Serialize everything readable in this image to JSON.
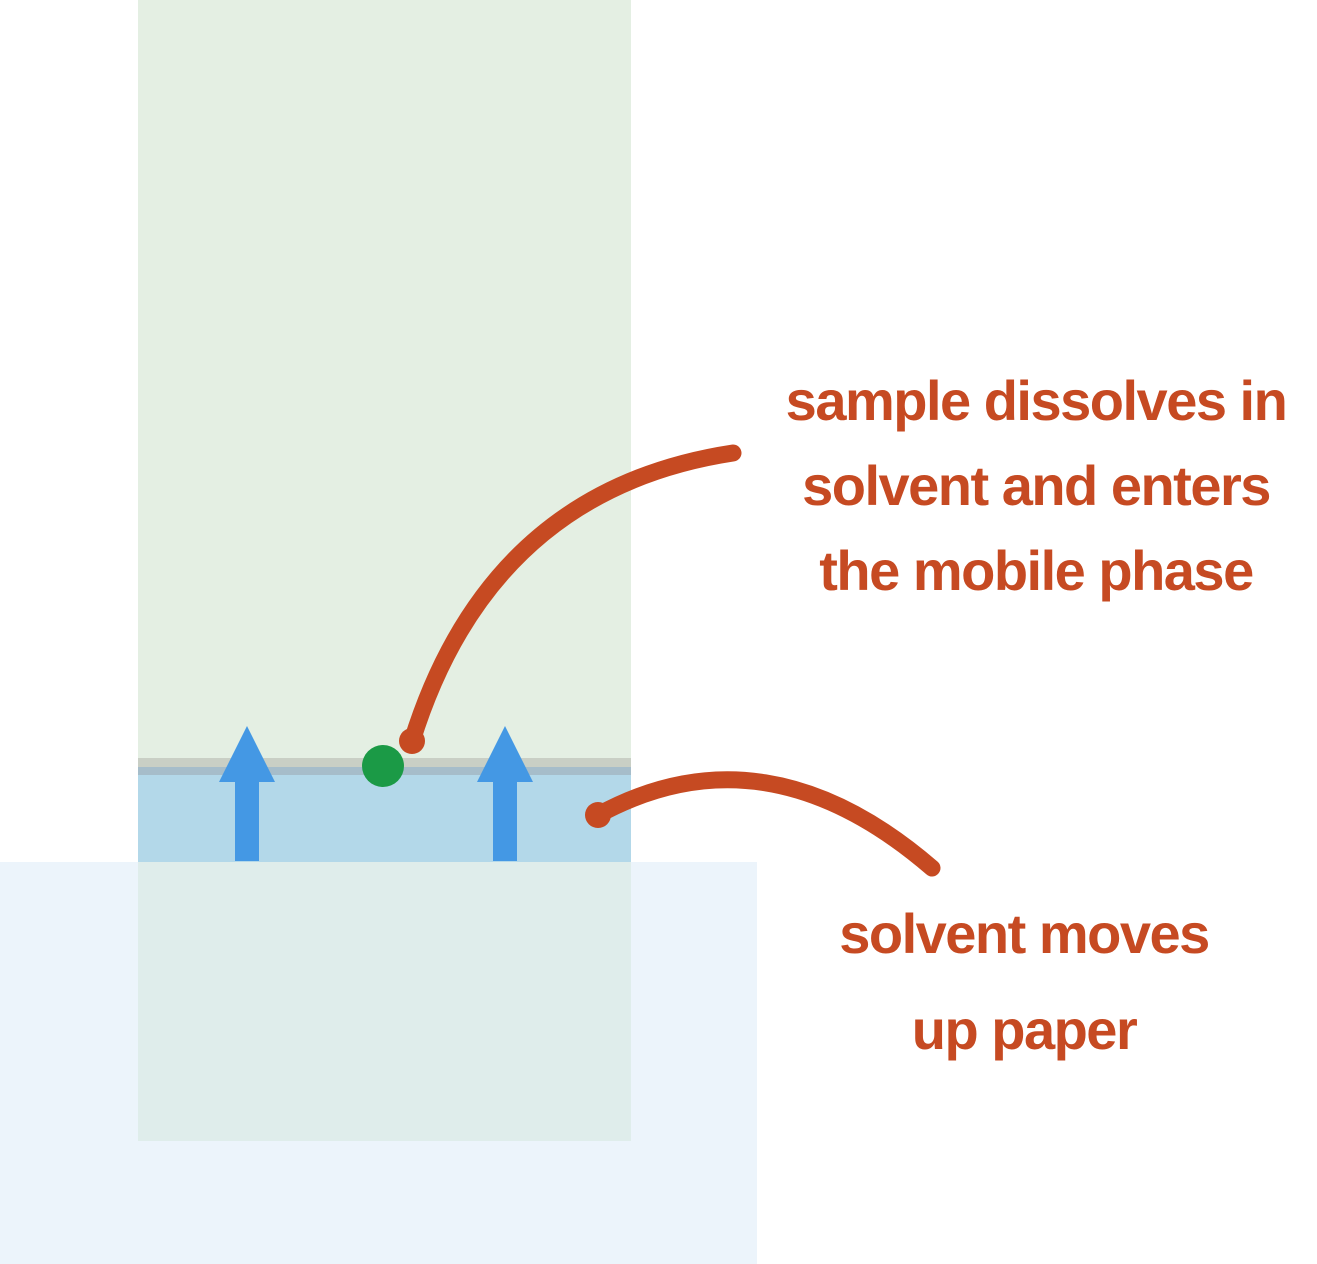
{
  "annotations": {
    "sample": {
      "line1": "sample dissolves in",
      "line2": "solvent and enters",
      "line3": "the mobile phase"
    },
    "solvent": {
      "line1": "solvent moves",
      "line2": "up paper"
    }
  },
  "colors": {
    "background": "#ffffff",
    "paper": "#e4efe3",
    "paper_submerged": "#dfedeb",
    "container": "#ecf4fb",
    "solvent_band": "#b3d8e9",
    "front_line_light": "#c9cfc5",
    "front_line_dark": "#a6bdca",
    "arrow": "#4498e4",
    "sample_dot": "#1b9a46",
    "annotation": "#c64a22"
  }
}
